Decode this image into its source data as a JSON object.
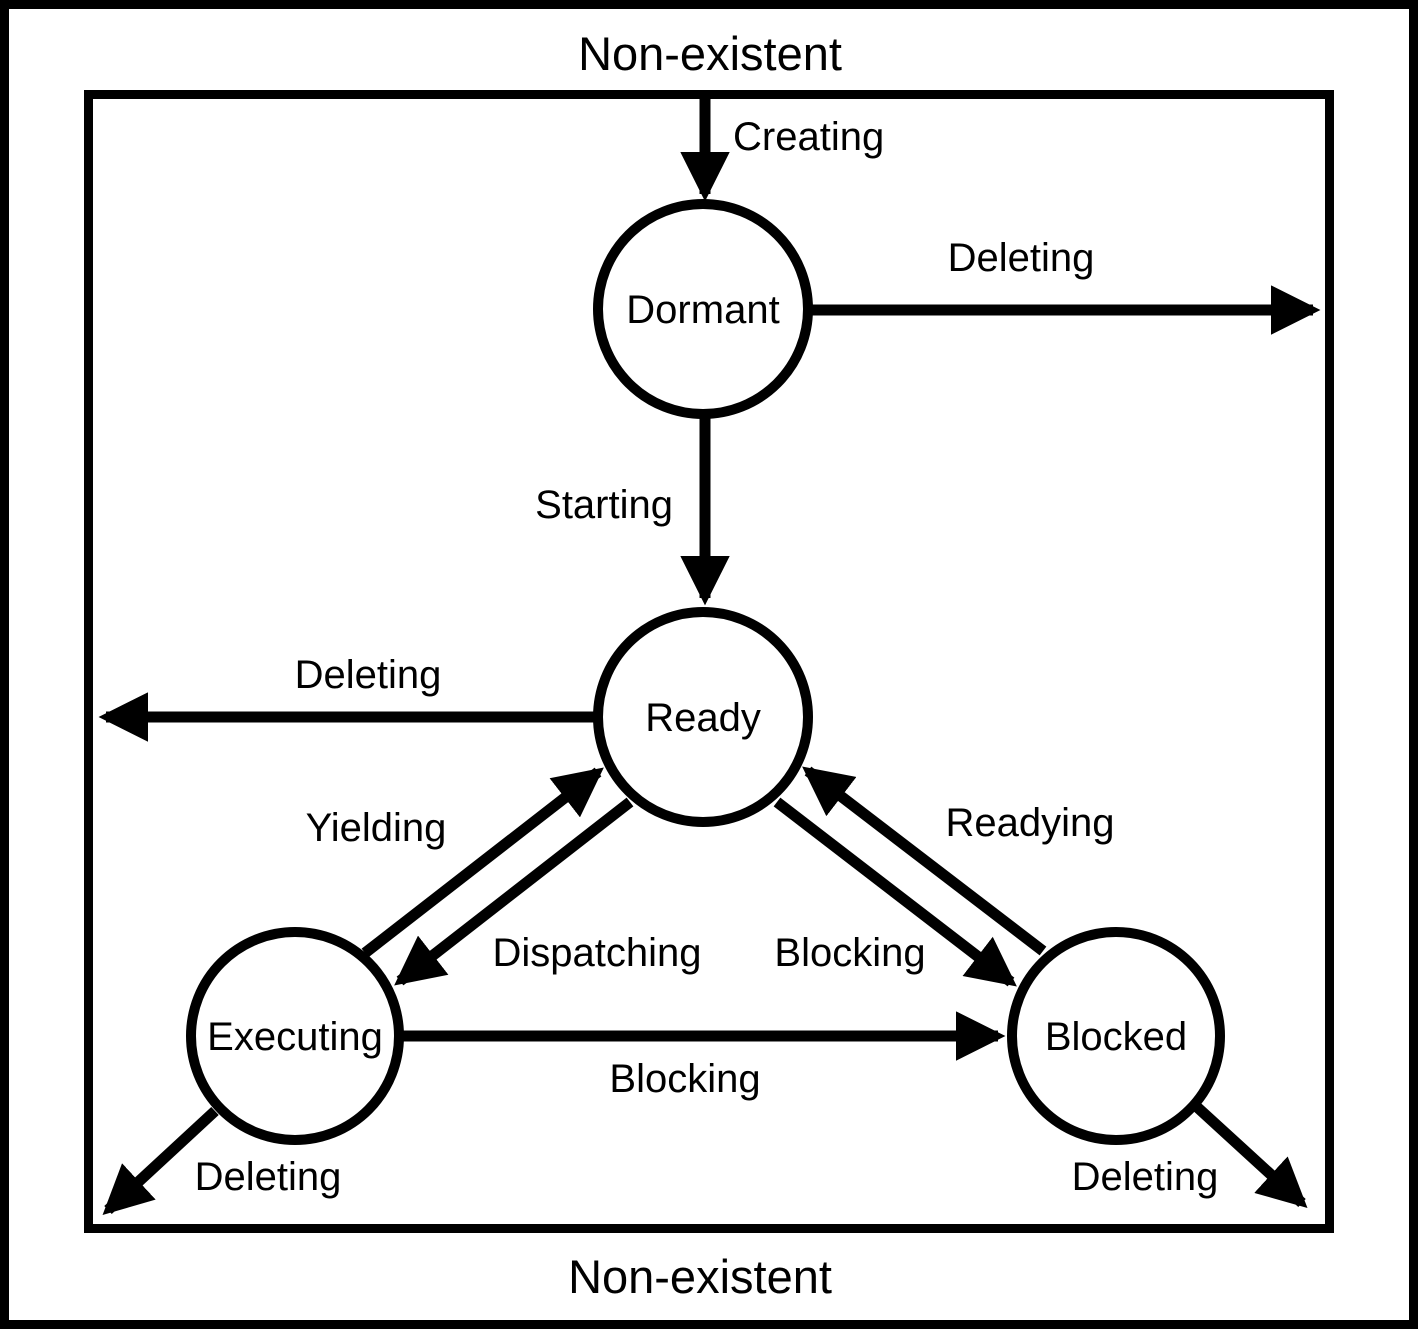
{
  "diagram": {
    "title_top": "Non-existent",
    "title_bottom": "Non-existent",
    "states": {
      "dormant": "Dormant",
      "ready": "Ready",
      "executing": "Executing",
      "blocked": "Blocked"
    },
    "transitions": {
      "creating": "Creating",
      "deleting_dormant": "Deleting",
      "starting": "Starting",
      "deleting_ready": "Deleting",
      "yielding": "Yielding",
      "dispatching": "Dispatching",
      "blocking_to_blocked_upper": "Blocking",
      "readying": "Readying",
      "blocking_to_blocked_lower": "Blocking",
      "deleting_executing": "Deleting",
      "deleting_blocked": "Deleting"
    },
    "colors": {
      "line": "#000000",
      "background": "#ffffff"
    }
  }
}
